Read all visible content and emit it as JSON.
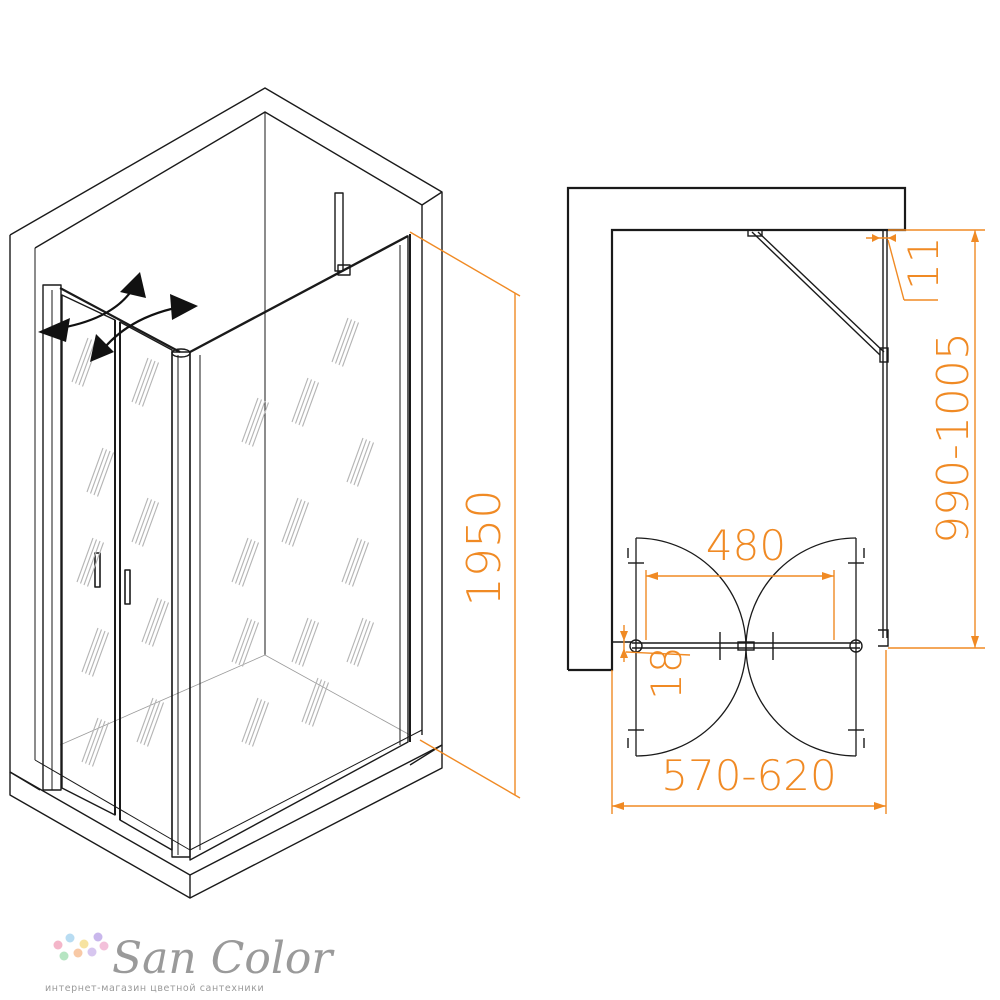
{
  "colors": {
    "line": "#1a1a1a",
    "dimension": "#f08a24",
    "glass_streak": "#b5b5b5",
    "logo_text": "#9a9a9a"
  },
  "dimensions": {
    "height": "1950",
    "side_depth": "990-1005",
    "wall_gap": "11",
    "door_opening": "480",
    "profile": "18",
    "width": "570-620"
  },
  "brand": {
    "name": "San Color",
    "tagline": "интернет-магазин цветной сантехники",
    "dot_colors": [
      "#f4b6c9",
      "#b8dcf2",
      "#f7e3a0",
      "#c9b7ec",
      "#b6e5c2",
      "#f8c9a6",
      "#d7c6ef",
      "#f3c0da"
    ]
  },
  "icons": {
    "swing_arrows": "curved-arrow-icon",
    "logo_dots": "color-dots-icon"
  }
}
